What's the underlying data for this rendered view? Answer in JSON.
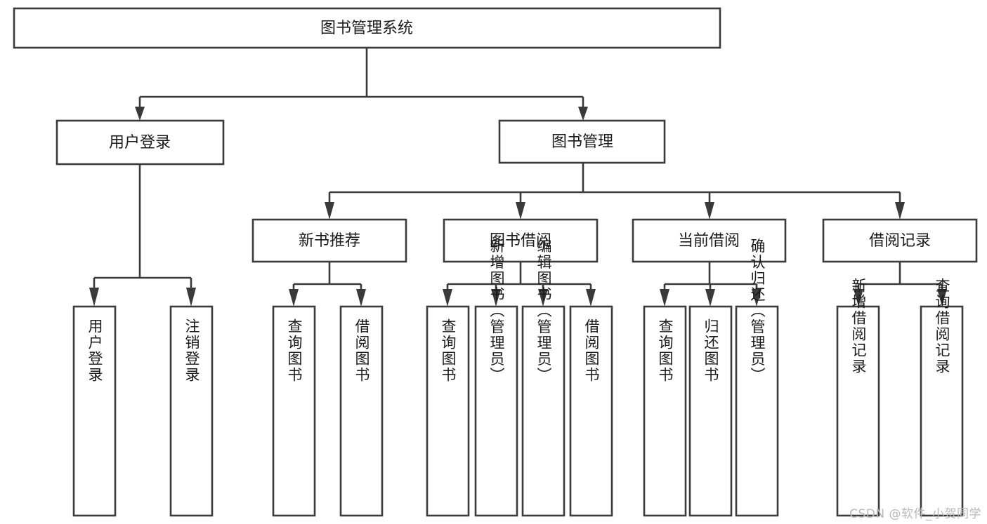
{
  "diagram": {
    "title": "图书管理系统",
    "type": "tree-hierarchy",
    "colors": {
      "stroke": "#3a3a3a",
      "fill": "#ffffff",
      "text": "#1a1a1a",
      "watermark": "#b8b8b8"
    },
    "levels": {
      "root": {
        "label": "图书管理系统"
      },
      "level2": [
        {
          "label": "用户登录"
        },
        {
          "label": "图书管理"
        }
      ],
      "level3": [
        {
          "label": "新书推荐"
        },
        {
          "label": "图书借阅"
        },
        {
          "label": "当前借阅"
        },
        {
          "label": "借阅记录"
        }
      ],
      "leaves": {
        "user_login": [
          {
            "label": "用户登录"
          },
          {
            "label": "注销登录"
          }
        ],
        "new_book_recommend": [
          {
            "label": "查询图书"
          },
          {
            "label": "借阅图书"
          }
        ],
        "book_borrow": [
          {
            "label": "查询图书"
          },
          {
            "label": "新增图书（管理员）"
          },
          {
            "label": "编辑图书（管理员）"
          },
          {
            "label": "借阅图书"
          }
        ],
        "current_borrow": [
          {
            "label": "查询图书"
          },
          {
            "label": "归还图书"
          },
          {
            "label": "确认归还（管理员）"
          }
        ],
        "borrow_record": [
          {
            "label": "新增借阅记录"
          },
          {
            "label": "查询借阅记录"
          }
        ]
      }
    }
  },
  "watermark": {
    "text": "CSDN @软件_小贺同学"
  }
}
